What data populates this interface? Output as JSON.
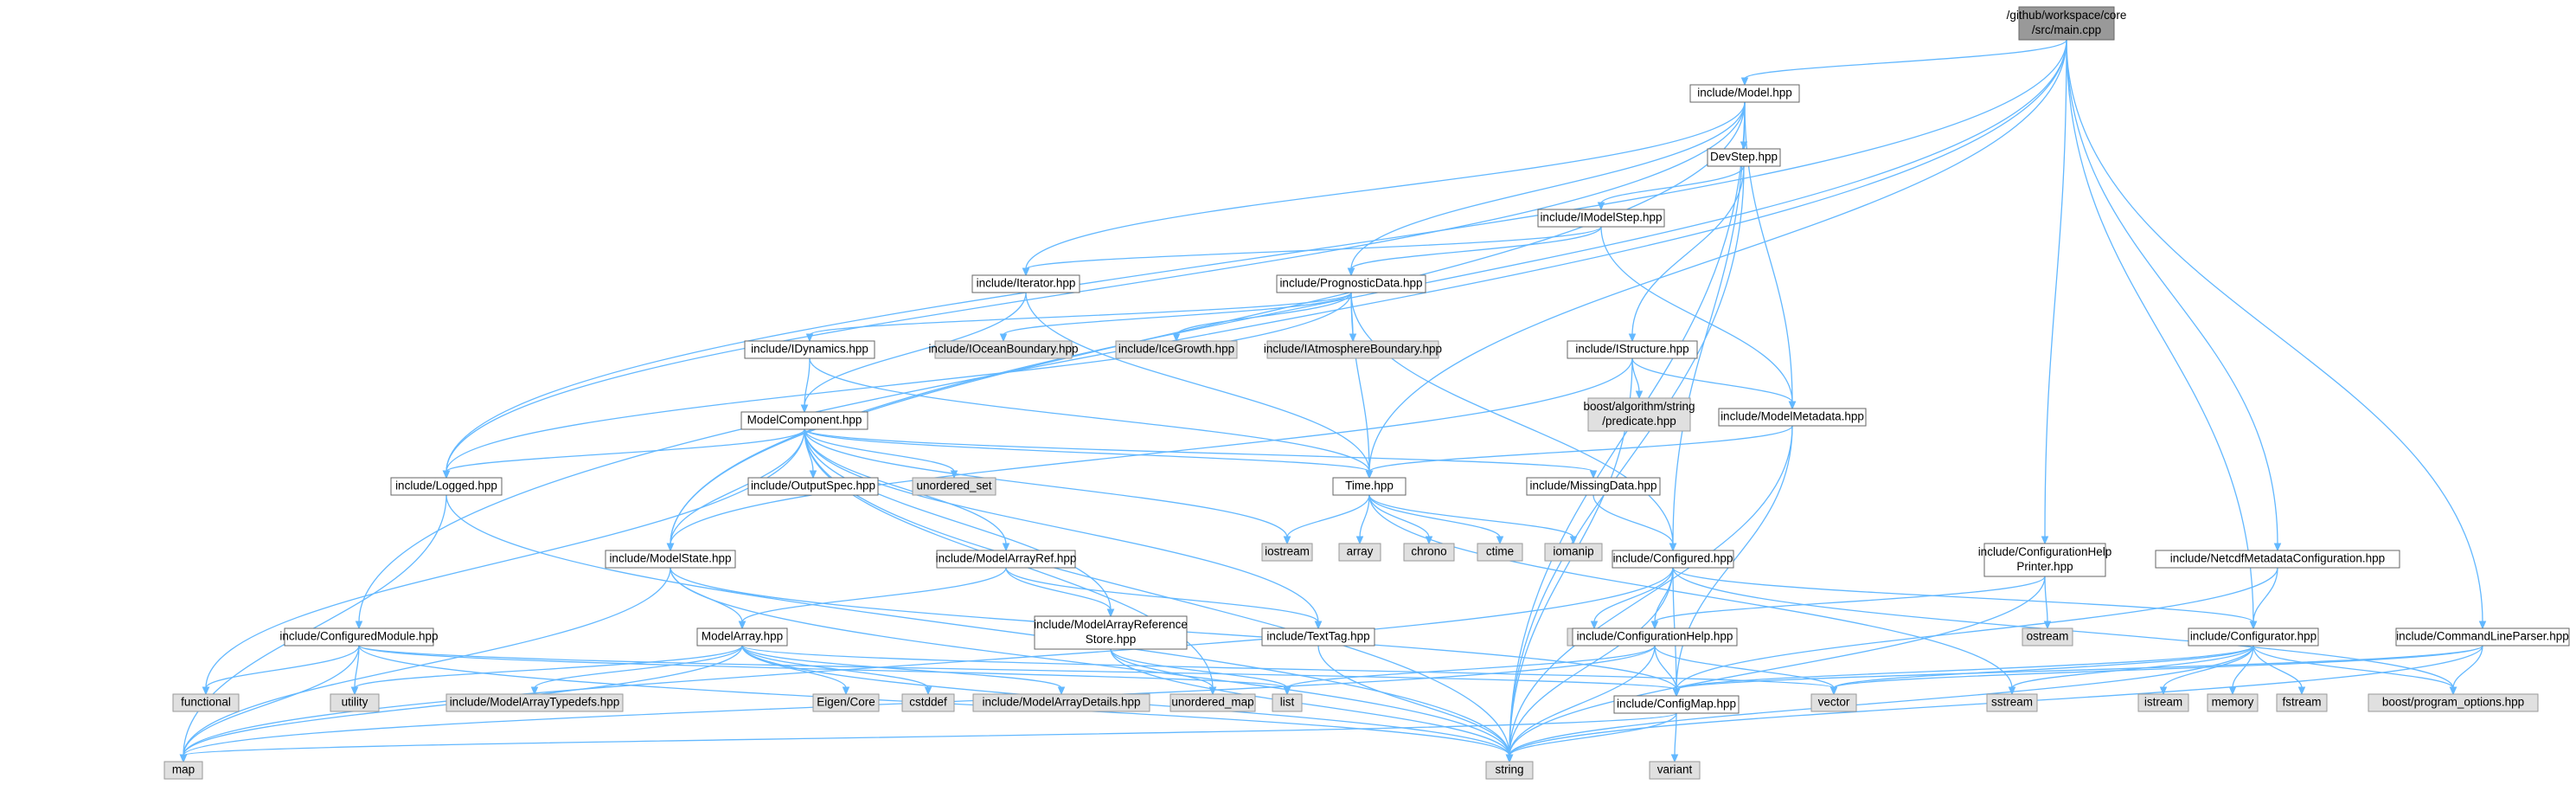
{
  "colors": {
    "edge": "#63b8ff",
    "root_fill": "#999999",
    "local_fill": "#ffffff",
    "system_fill": "#e0e0e0"
  },
  "nodes": [
    {
      "id": "main",
      "lines": [
        "/github/workspace/core",
        "/src/main.cpp"
      ],
      "kind": "root"
    },
    {
      "id": "model",
      "lines": [
        "include/Model.hpp"
      ],
      "kind": "local"
    },
    {
      "id": "devstep",
      "lines": [
        "DevStep.hpp"
      ],
      "kind": "local"
    },
    {
      "id": "imodelstep",
      "lines": [
        "include/IModelStep.hpp"
      ],
      "kind": "local"
    },
    {
      "id": "iterator",
      "lines": [
        "include/Iterator.hpp"
      ],
      "kind": "local"
    },
    {
      "id": "prognostic",
      "lines": [
        "include/PrognosticData.hpp"
      ],
      "kind": "local"
    },
    {
      "id": "idynamics",
      "lines": [
        "include/IDynamics.hpp"
      ],
      "kind": "local"
    },
    {
      "id": "ioceanboundary",
      "lines": [
        "include/IOceanBoundary.hpp"
      ],
      "kind": "system"
    },
    {
      "id": "icegrowth",
      "lines": [
        "include/IceGrowth.hpp"
      ],
      "kind": "system"
    },
    {
      "id": "iatmosphere",
      "lines": [
        "include/IAtmosphereBoundary.hpp"
      ],
      "kind": "system"
    },
    {
      "id": "istructure",
      "lines": [
        "include/IStructure.hpp"
      ],
      "kind": "local"
    },
    {
      "id": "predicate",
      "lines": [
        "boost/algorithm/string",
        "/predicate.hpp"
      ],
      "kind": "system"
    },
    {
      "id": "modelmetadata",
      "lines": [
        "include/ModelMetadata.hpp"
      ],
      "kind": "local"
    },
    {
      "id": "modelcomponent",
      "lines": [
        "ModelComponent.hpp"
      ],
      "kind": "local"
    },
    {
      "id": "logged",
      "lines": [
        "include/Logged.hpp"
      ],
      "kind": "local"
    },
    {
      "id": "outputspec",
      "lines": [
        "include/OutputSpec.hpp"
      ],
      "kind": "local"
    },
    {
      "id": "unordered_set",
      "lines": [
        "unordered_set"
      ],
      "kind": "system"
    },
    {
      "id": "time",
      "lines": [
        "Time.hpp"
      ],
      "kind": "local"
    },
    {
      "id": "missingdata",
      "lines": [
        "include/MissingData.hpp"
      ],
      "kind": "local"
    },
    {
      "id": "iostream",
      "lines": [
        "iostream"
      ],
      "kind": "system"
    },
    {
      "id": "array",
      "lines": [
        "array"
      ],
      "kind": "system"
    },
    {
      "id": "chrono",
      "lines": [
        "chrono"
      ],
      "kind": "system"
    },
    {
      "id": "ctime",
      "lines": [
        "ctime"
      ],
      "kind": "system"
    },
    {
      "id": "iomanip",
      "lines": [
        "iomanip"
      ],
      "kind": "system"
    },
    {
      "id": "modelstate",
      "lines": [
        "include/ModelState.hpp"
      ],
      "kind": "local"
    },
    {
      "id": "modelarrayref",
      "lines": [
        "include/ModelArrayRef.hpp"
      ],
      "kind": "local"
    },
    {
      "id": "configured",
      "lines": [
        "include/Configured.hpp"
      ],
      "kind": "local"
    },
    {
      "id": "confighelpprinter",
      "lines": [
        "include/ConfigurationHelp",
        "Printer.hpp"
      ],
      "kind": "local"
    },
    {
      "id": "netcdfmeta",
      "lines": [
        "include/NetcdfMetadataConfiguration.hpp"
      ],
      "kind": "local"
    },
    {
      "id": "configuredmodule",
      "lines": [
        "include/ConfiguredModule.hpp"
      ],
      "kind": "local"
    },
    {
      "id": "modelarray",
      "lines": [
        "ModelArray.hpp"
      ],
      "kind": "local"
    },
    {
      "id": "modelarrayrefstore",
      "lines": [
        "include/ModelArrayReference",
        "Store.hpp"
      ],
      "kind": "local"
    },
    {
      "id": "texttag",
      "lines": [
        "include/TextTag.hpp"
      ],
      "kind": "local"
    },
    {
      "id": "typeinfo",
      "lines": [
        "typeinfo"
      ],
      "kind": "system"
    },
    {
      "id": "confighelp",
      "lines": [
        "include/ConfigurationHelp.hpp"
      ],
      "kind": "local"
    },
    {
      "id": "ostream",
      "lines": [
        "ostream"
      ],
      "kind": "system"
    },
    {
      "id": "configurator",
      "lines": [
        "include/Configurator.hpp"
      ],
      "kind": "local"
    },
    {
      "id": "cmdlineparser",
      "lines": [
        "include/CommandLineParser.hpp"
      ],
      "kind": "local"
    },
    {
      "id": "functional",
      "lines": [
        "functional"
      ],
      "kind": "system"
    },
    {
      "id": "utility",
      "lines": [
        "utility"
      ],
      "kind": "system"
    },
    {
      "id": "map",
      "lines": [
        "map"
      ],
      "kind": "system"
    },
    {
      "id": "modelarraytypedefs",
      "lines": [
        "include/ModelArrayTypedefs.hpp"
      ],
      "kind": "system"
    },
    {
      "id": "eigencore",
      "lines": [
        "Eigen/Core"
      ],
      "kind": "system"
    },
    {
      "id": "cstddef",
      "lines": [
        "cstddef"
      ],
      "kind": "system"
    },
    {
      "id": "modelarraydetails",
      "lines": [
        "include/ModelArrayDetails.hpp"
      ],
      "kind": "system"
    },
    {
      "id": "unordered_map",
      "lines": [
        "unordered_map"
      ],
      "kind": "system"
    },
    {
      "id": "list",
      "lines": [
        "list"
      ],
      "kind": "system"
    },
    {
      "id": "configmap",
      "lines": [
        "include/ConfigMap.hpp"
      ],
      "kind": "local"
    },
    {
      "id": "vector",
      "lines": [
        "vector"
      ],
      "kind": "system"
    },
    {
      "id": "sstream",
      "lines": [
        "sstream"
      ],
      "kind": "system"
    },
    {
      "id": "istream",
      "lines": [
        "istream"
      ],
      "kind": "system"
    },
    {
      "id": "memory",
      "lines": [
        "memory"
      ],
      "kind": "system"
    },
    {
      "id": "fstream",
      "lines": [
        "fstream"
      ],
      "kind": "system"
    },
    {
      "id": "boostpo",
      "lines": [
        "boost/program_options.hpp"
      ],
      "kind": "system"
    },
    {
      "id": "string",
      "lines": [
        "string"
      ],
      "kind": "system"
    },
    {
      "id": "variant",
      "lines": [
        "variant"
      ],
      "kind": "system"
    }
  ],
  "edges": [
    [
      "main",
      "model"
    ],
    [
      "main",
      "configuredmodule"
    ],
    [
      "main",
      "confighelpprinter"
    ],
    [
      "main",
      "netcdfmeta"
    ],
    [
      "main",
      "configurator"
    ],
    [
      "main",
      "cmdlineparser"
    ],
    [
      "main",
      "logged"
    ],
    [
      "main",
      "modelstate"
    ],
    [
      "main",
      "time"
    ],
    [
      "model",
      "devstep"
    ],
    [
      "model",
      "iterator"
    ],
    [
      "model",
      "prognostic"
    ],
    [
      "model",
      "modelmetadata"
    ],
    [
      "model",
      "logged"
    ],
    [
      "model",
      "modelstate"
    ],
    [
      "model",
      "configured"
    ],
    [
      "model",
      "string"
    ],
    [
      "devstep",
      "imodelstep"
    ],
    [
      "devstep",
      "istructure"
    ],
    [
      "devstep",
      "string"
    ],
    [
      "imodelstep",
      "iterator"
    ],
    [
      "imodelstep",
      "prognostic"
    ],
    [
      "imodelstep",
      "modelmetadata"
    ],
    [
      "iterator",
      "modelcomponent"
    ],
    [
      "iterator",
      "time"
    ],
    [
      "prognostic",
      "idynamics"
    ],
    [
      "prognostic",
      "ioceanboundary"
    ],
    [
      "prognostic",
      "icegrowth"
    ],
    [
      "prognostic",
      "iatmosphere"
    ],
    [
      "prognostic",
      "logged"
    ],
    [
      "prognostic",
      "time"
    ],
    [
      "prognostic",
      "configured"
    ],
    [
      "idynamics",
      "modelcomponent"
    ],
    [
      "idynamics",
      "time"
    ],
    [
      "istructure",
      "predicate"
    ],
    [
      "istructure",
      "modelmetadata"
    ],
    [
      "istructure",
      "modelstate"
    ],
    [
      "istructure",
      "string"
    ],
    [
      "modelmetadata",
      "time"
    ],
    [
      "modelmetadata",
      "configmap"
    ],
    [
      "modelmetadata",
      "string"
    ],
    [
      "modelcomponent",
      "logged"
    ],
    [
      "modelcomponent",
      "outputspec"
    ],
    [
      "modelcomponent",
      "unordered_set"
    ],
    [
      "modelcomponent",
      "time"
    ],
    [
      "modelcomponent",
      "missingdata"
    ],
    [
      "modelcomponent",
      "modelstate"
    ],
    [
      "modelcomponent",
      "modelarrayref"
    ],
    [
      "modelcomponent",
      "modelarrayrefstore"
    ],
    [
      "modelcomponent",
      "texttag"
    ],
    [
      "modelcomponent",
      "iostream"
    ],
    [
      "modelcomponent",
      "functional"
    ],
    [
      "modelcomponent",
      "string"
    ],
    [
      "modelcomponent",
      "unordered_map"
    ],
    [
      "logged",
      "map"
    ],
    [
      "logged",
      "string"
    ],
    [
      "time",
      "iostream"
    ],
    [
      "time",
      "array"
    ],
    [
      "time",
      "chrono"
    ],
    [
      "time",
      "ctime"
    ],
    [
      "time",
      "iomanip"
    ],
    [
      "time",
      "sstream"
    ],
    [
      "missingdata",
      "configured"
    ],
    [
      "modelstate",
      "modelarray"
    ],
    [
      "modelstate",
      "configmap"
    ],
    [
      "modelstate",
      "map"
    ],
    [
      "modelstate",
      "string"
    ],
    [
      "modelarrayref",
      "modelarray"
    ],
    [
      "modelarrayref",
      "modelarrayrefstore"
    ],
    [
      "modelarrayref",
      "texttag"
    ],
    [
      "configured",
      "typeinfo"
    ],
    [
      "configured",
      "confighelp"
    ],
    [
      "configured",
      "configurator"
    ],
    [
      "configured",
      "configmap"
    ],
    [
      "configured",
      "string"
    ],
    [
      "configured",
      "map"
    ],
    [
      "configured",
      "boostpo"
    ],
    [
      "confighelpprinter",
      "ostream"
    ],
    [
      "confighelpprinter",
      "confighelp"
    ],
    [
      "confighelpprinter",
      "string"
    ],
    [
      "netcdfmeta",
      "configurator"
    ],
    [
      "netcdfmeta",
      "configmap"
    ],
    [
      "configuredmodule",
      "functional"
    ],
    [
      "configuredmodule",
      "utility"
    ],
    [
      "configuredmodule",
      "map"
    ],
    [
      "configuredmodule",
      "string"
    ],
    [
      "configuredmodule",
      "configmap"
    ],
    [
      "configuredmodule",
      "list"
    ],
    [
      "modelarray",
      "utility"
    ],
    [
      "modelarray",
      "map"
    ],
    [
      "modelarray",
      "modelarraytypedefs"
    ],
    [
      "modelarray",
      "eigencore"
    ],
    [
      "modelarray",
      "cstddef"
    ],
    [
      "modelarray",
      "modelarraydetails"
    ],
    [
      "modelarray",
      "string"
    ],
    [
      "modelarray",
      "vector"
    ],
    [
      "modelarrayrefstore",
      "unordered_map"
    ],
    [
      "modelarrayrefstore",
      "list"
    ],
    [
      "modelarrayrefstore",
      "string"
    ],
    [
      "texttag",
      "string"
    ],
    [
      "confighelp",
      "list"
    ],
    [
      "confighelp",
      "map"
    ],
    [
      "confighelp",
      "vector"
    ],
    [
      "confighelp",
      "string"
    ],
    [
      "confighelp",
      "configmap"
    ],
    [
      "configurator",
      "configmap"
    ],
    [
      "configurator",
      "vector"
    ],
    [
      "configurator",
      "sstream"
    ],
    [
      "configurator",
      "istream"
    ],
    [
      "configurator",
      "memory"
    ],
    [
      "configurator",
      "fstream"
    ],
    [
      "configurator",
      "boostpo"
    ],
    [
      "configurator",
      "string"
    ],
    [
      "cmdlineparser",
      "configmap"
    ],
    [
      "cmdlineparser",
      "boostpo"
    ],
    [
      "cmdlineparser",
      "string"
    ],
    [
      "cmdlineparser",
      "vector"
    ],
    [
      "configmap",
      "map"
    ],
    [
      "configmap",
      "string"
    ],
    [
      "configmap",
      "variant"
    ]
  ]
}
